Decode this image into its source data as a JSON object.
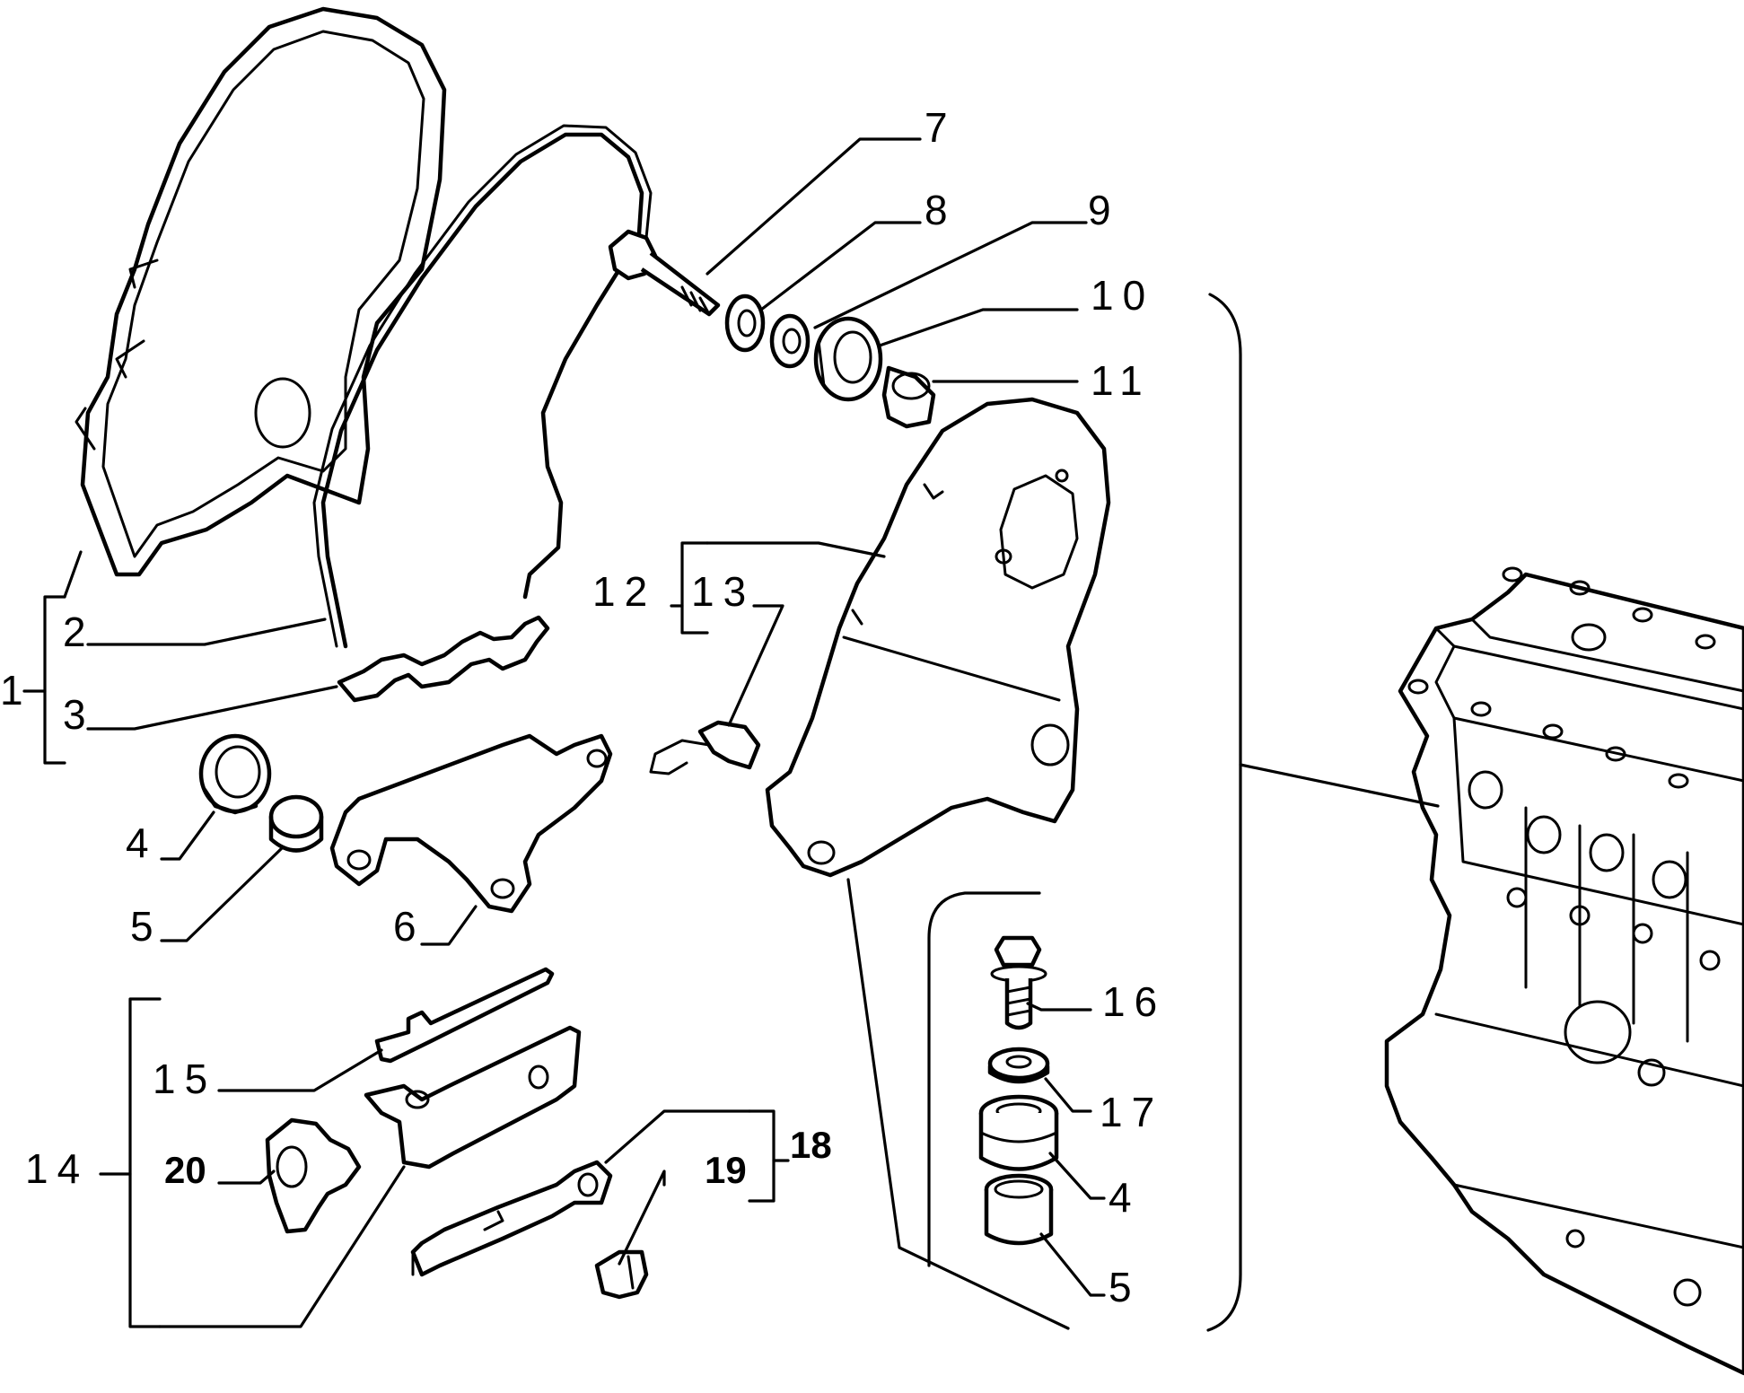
{
  "callouts": {
    "c1": "1",
    "c2": "2",
    "c3": "3",
    "c4a": "4",
    "c5a": "5",
    "c6": "6",
    "c7": "7",
    "c8": "8",
    "c9": "9",
    "c10": "10",
    "c11": "11",
    "c12": "12",
    "c13": "13",
    "c14": "14",
    "c15": "15",
    "c16": "16",
    "c17": "17",
    "c4b": "4",
    "c5b": "5",
    "c18": "18",
    "c19": "19",
    "c20": "20"
  }
}
